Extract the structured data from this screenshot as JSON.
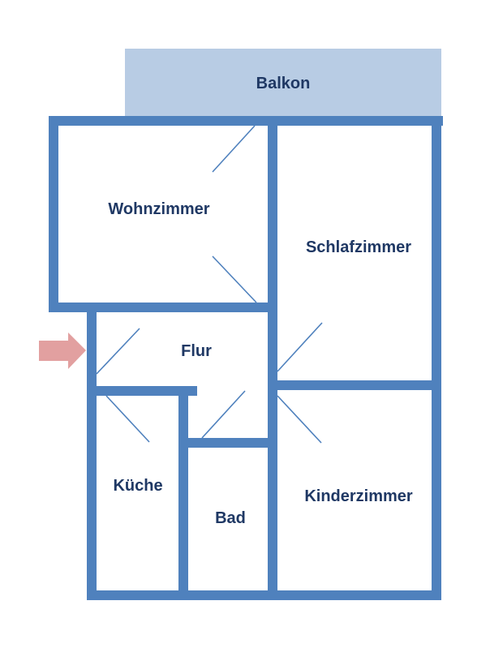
{
  "colors": {
    "wall": "#4f81bd",
    "balcony_fill": "#b8cce4",
    "label": "#1f3864",
    "entrance_arrow": "#e2a0a0",
    "background": "#ffffff"
  },
  "rooms": {
    "balkon": "Balkon",
    "wohnzimmer": "Wohnzimmer",
    "schlafzimmer": "Schlafzimmer",
    "flur": "Flur",
    "kueche": "Küche",
    "bad": "Bad",
    "kinderzimmer": "Kinderzimmer"
  },
  "icons": {
    "entrance": "right-arrow-icon",
    "door": "door-swing-line"
  }
}
